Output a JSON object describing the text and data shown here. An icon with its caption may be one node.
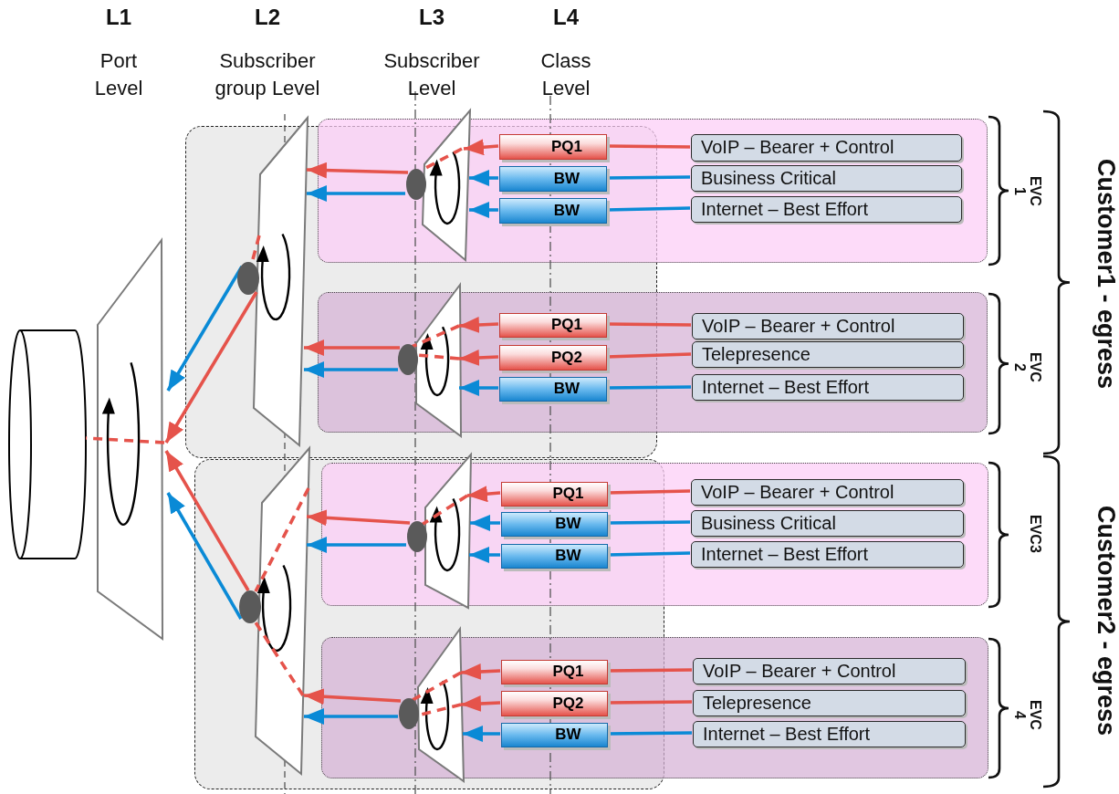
{
  "diagram": {
    "nodes": [
      {
        "text": [],
        "shape": "cylinder"
      },
      {
        "text": [],
        "shape": "box"
      },
      {
        "text": [],
        "shape": "box"
      },
      {
        "text": [],
        "shape": "circle"
      },
      {
        "text": [],
        "shape": "box"
      },
      {
        "text": [],
        "shape": "circle"
      },
      {
        "text": [],
        "shape": "box"
      },
      {
        "text": [],
        "shape": "box",
        "in": 6
      },
      {
        "text": [],
        "shape": "circle",
        "in": 6
      },
      {
        "text": [
          "PQ1"
        ],
        "in": 6
      },
      {
        "text": [
          "BW"
        ],
        "in": 6
      },
      {
        "text": [
          "BW"
        ],
        "in": 6
      },
      {
        "text": [
          "VoIP – Bearer + Control"
        ],
        "in": 6
      },
      {
        "text": [
          "Business Critical"
        ],
        "in": 6
      },
      {
        "text": [
          "Internet – Best Effort"
        ],
        "in": 6
      },
      {
        "text": [],
        "shape": "box"
      },
      {
        "text": [],
        "shape": "box",
        "in": 15
      },
      {
        "text": [],
        "shape": "circle",
        "in": 15
      },
      {
        "text": [
          "PQ1"
        ],
        "in": 15
      },
      {
        "text": [
          "PQ2"
        ],
        "in": 15
      },
      {
        "text": [
          "BW"
        ],
        "in": 15
      },
      {
        "text": [
          "VoIP – Bearer + Control"
        ],
        "in": 15
      },
      {
        "text": [
          "Telepresence"
        ],
        "in": 15
      },
      {
        "text": [
          "Internet – Best Effort"
        ],
        "in": 15
      },
      {
        "text": [],
        "shape": "box"
      },
      {
        "text": [],
        "shape": "box",
        "in": 24
      },
      {
        "text": [],
        "shape": "circle",
        "in": 24
      },
      {
        "text": [
          "PQ1"
        ],
        "in": 24
      },
      {
        "text": [
          "BW"
        ],
        "in": 24
      },
      {
        "text": [
          "BW"
        ],
        "in": 24
      },
      {
        "text": [
          "VoIP – Bearer + Control"
        ],
        "in": 24
      },
      {
        "text": [
          "Business Critical"
        ],
        "in": 24
      },
      {
        "text": [
          "Internet – Best Effort"
        ],
        "in": 24
      },
      {
        "text": [],
        "shape": "box"
      },
      {
        "text": [],
        "shape": "box",
        "in": 33
      },
      {
        "text": [],
        "shape": "circle",
        "in": 33
      },
      {
        "text": [
          "PQ1"
        ],
        "in": 33
      },
      {
        "text": [
          "PQ2"
        ],
        "in": 33
      },
      {
        "text": [
          "BW"
        ],
        "in": 33
      },
      {
        "text": [
          "VoIP – Bearer + Control"
        ],
        "in": 33
      },
      {
        "text": [
          "Telepresence"
        ],
        "in": 33
      },
      {
        "text": [
          "Internet – Best Effort"
        ],
        "in": 33
      }
    ],
    "edges": [
      {
        "from": 12,
        "to": 9,
        "arrow": "none",
        "color": "#e5534b"
      },
      {
        "from": 13,
        "to": 10,
        "arrow": "none",
        "color": "#0a8ad6"
      },
      {
        "from": 14,
        "to": 11,
        "arrow": "none",
        "color": "#0a8ad6"
      },
      {
        "from": 9,
        "to": 7,
        "arrow": "to",
        "color": "#e5534b"
      },
      {
        "from": 10,
        "to": 7,
        "arrow": "to",
        "color": "#0a8ad6"
      },
      {
        "from": 11,
        "to": 7,
        "arrow": "to",
        "color": "#0a8ad6"
      },
      {
        "from": 7,
        "to": 8,
        "arrow": "none",
        "style": "dashed",
        "color": "#e5534b"
      },
      {
        "from": 8,
        "to": 2,
        "arrow": "to",
        "color": "#e5534b"
      },
      {
        "from": 8,
        "to": 2,
        "arrow": "to",
        "color": "#0a8ad6"
      },
      {
        "from": 21,
        "to": 18,
        "arrow": "none",
        "color": "#e5534b"
      },
      {
        "from": 22,
        "to": 19,
        "arrow": "none",
        "color": "#e5534b"
      },
      {
        "from": 23,
        "to": 20,
        "arrow": "none",
        "color": "#0a8ad6"
      },
      {
        "from": 18,
        "to": 16,
        "arrow": "to",
        "color": "#e5534b"
      },
      {
        "from": 19,
        "to": 16,
        "arrow": "to",
        "color": "#e5534b"
      },
      {
        "from": 20,
        "to": 16,
        "arrow": "to",
        "color": "#0a8ad6"
      },
      {
        "from": 16,
        "to": 17,
        "arrow": "none",
        "style": "dashed",
        "color": "#e5534b"
      },
      {
        "from": 16,
        "to": 17,
        "arrow": "none",
        "style": "dashed",
        "color": "#e5534b"
      },
      {
        "from": 17,
        "to": 2,
        "arrow": "to",
        "color": "#e5534b"
      },
      {
        "from": 17,
        "to": 2,
        "arrow": "to",
        "color": "#0a8ad6"
      },
      {
        "from": 30,
        "to": 27,
        "arrow": "none",
        "color": "#e5534b"
      },
      {
        "from": 31,
        "to": 28,
        "arrow": "none",
        "color": "#0a8ad6"
      },
      {
        "from": 32,
        "to": 29,
        "arrow": "none",
        "color": "#0a8ad6"
      },
      {
        "from": 27,
        "to": 25,
        "arrow": "to",
        "color": "#e5534b"
      },
      {
        "from": 28,
        "to": 25,
        "arrow": "to",
        "color": "#0a8ad6"
      },
      {
        "from": 29,
        "to": 25,
        "arrow": "to",
        "color": "#0a8ad6"
      },
      {
        "from": 25,
        "to": 26,
        "arrow": "none",
        "style": "dashed",
        "color": "#e5534b"
      },
      {
        "from": 26,
        "to": 4,
        "arrow": "to",
        "color": "#e5534b"
      },
      {
        "from": 26,
        "to": 4,
        "arrow": "to",
        "color": "#0a8ad6"
      },
      {
        "from": 39,
        "to": 36,
        "arrow": "none",
        "color": "#e5534b"
      },
      {
        "from": 40,
        "to": 37,
        "arrow": "none",
        "color": "#e5534b"
      },
      {
        "from": 41,
        "to": 38,
        "arrow": "none",
        "color": "#0a8ad6"
      },
      {
        "from": 36,
        "to": 34,
        "arrow": "to",
        "color": "#e5534b"
      },
      {
        "from": 37,
        "to": 34,
        "arrow": "to",
        "color": "#e5534b"
      },
      {
        "from": 38,
        "to": 34,
        "arrow": "to",
        "color": "#0a8ad6"
      },
      {
        "from": 34,
        "to": 35,
        "arrow": "none",
        "style": "dashed",
        "color": "#e5534b"
      },
      {
        "from": 34,
        "to": 35,
        "arrow": "none",
        "style": "dashed",
        "color": "#e5534b"
      },
      {
        "from": 35,
        "to": 4,
        "arrow": "to",
        "color": "#e5534b"
      },
      {
        "from": 35,
        "to": 4,
        "arrow": "to",
        "color": "#0a8ad6"
      },
      {
        "from": 2,
        "to": 3,
        "arrow": "none",
        "style": "dashed",
        "color": "#e5534b"
      },
      {
        "from": 3,
        "to": 1,
        "arrow": "to",
        "color": "#e5534b"
      },
      {
        "from": 3,
        "to": 1,
        "arrow": "to",
        "color": "#0a8ad6"
      },
      {
        "from": 4,
        "to": 5,
        "arrow": "none",
        "style": "dashed",
        "color": "#e5534b"
      },
      {
        "from": 4,
        "to": 5,
        "arrow": "none",
        "style": "dashed",
        "color": "#e5534b"
      },
      {
        "from": 5,
        "to": 1,
        "arrow": "to",
        "color": "#e5534b"
      },
      {
        "from": 5,
        "to": 1,
        "arrow": "to",
        "color": "#0a8ad6"
      },
      {
        "from": 1,
        "to": 0,
        "arrow": "none",
        "style": "dashed",
        "color": "#e5534b"
      }
    ],
    "labels": [
      "L1",
      "L2",
      "L3",
      "L4",
      "Port Level",
      "Subscriber group Level",
      "Subscriber Level",
      "Class Level",
      "EVC 1",
      "EVC 2",
      "EVC3",
      "EVC 4",
      "Customer1 - egress",
      "Customer2 - egress"
    ]
  }
}
